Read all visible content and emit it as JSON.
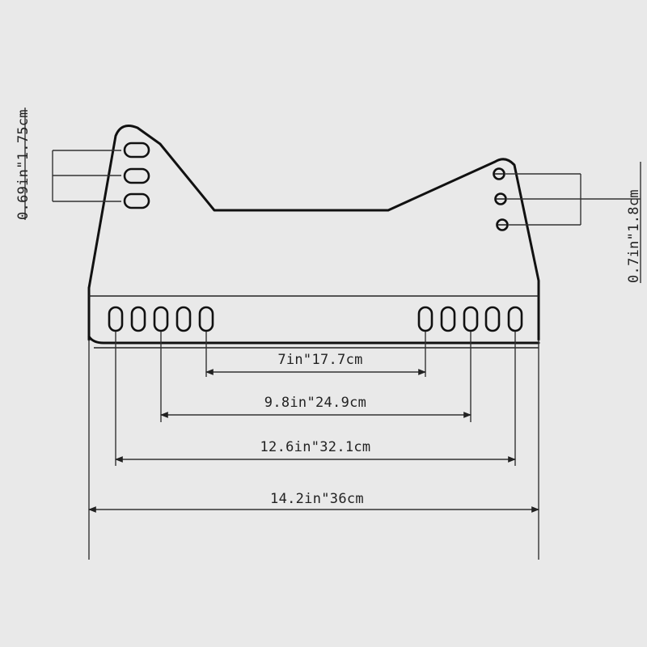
{
  "diagram": {
    "dimensions": {
      "left_slot_pitch": "0.69in\"1.75cm",
      "right_hole_pitch": "0.7in\"1.8cm",
      "span_7in": "7in\"17.7cm",
      "span_9_8in": "9.8in\"24.9cm",
      "span_12_6in": "12.6in\"32.1cm",
      "span_overall": "14.2in\"36cm"
    },
    "counts": {
      "left_upper_slots": 3,
      "right_upper_holes": 3,
      "left_bottom_slots": 5,
      "right_bottom_slots": 5
    }
  }
}
